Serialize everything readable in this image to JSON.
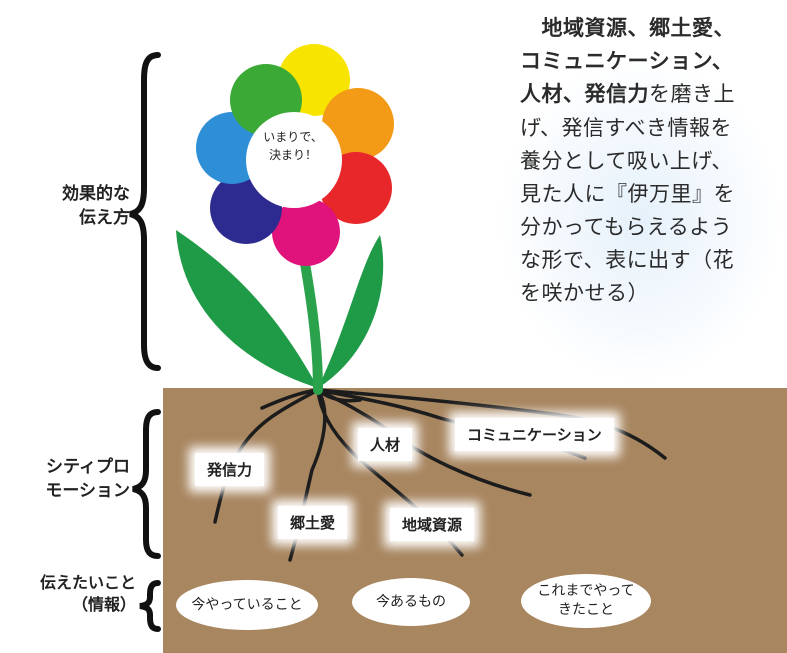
{
  "colors": {
    "soil": "#a88660",
    "leaf": "#1f9a46",
    "stem": "#2aa24c",
    "petal_yellow": "#f7e400",
    "petal_orange": "#f39a16",
    "petal_red": "#e8272b",
    "petal_magenta": "#e0127b",
    "petal_navy": "#2d2b8f",
    "petal_blue": "#2f8fd6",
    "petal_green": "#3aa935"
  },
  "labels": {
    "effective": [
      "効果的な",
      "伝え方"
    ],
    "city_promo": [
      "シティプロ",
      "モーション"
    ],
    "info": [
      "伝えたいこと",
      "（情報）"
    ]
  },
  "flower": {
    "center_lines": [
      "いまりで、",
      "決まり！"
    ]
  },
  "paragraph": {
    "l1": "　地域資源、郷土愛、",
    "l2": "コミュニケーション、",
    "l3_bold": "人材、発信力",
    "l3_rest": "を磨き上",
    "l4": "げ、発信すべき情報を",
    "l5": "養分として吸い上げ、",
    "l6": "見た人に『伊万里』を",
    "l7": "分かってもらえるよう",
    "l8": "な形で、表に出す（花",
    "l9": "を咲かせる）"
  },
  "roots": {
    "hasshinryoku": "発信力",
    "jinzai": "人材",
    "communication": "コミュニケーション",
    "kyodoai": "郷土愛",
    "chiiki": "地域資源"
  },
  "info_items": {
    "a": "今やっていること",
    "b": "今あるもの",
    "c_lines": [
      "これまでやって",
      "きたこと"
    ]
  }
}
